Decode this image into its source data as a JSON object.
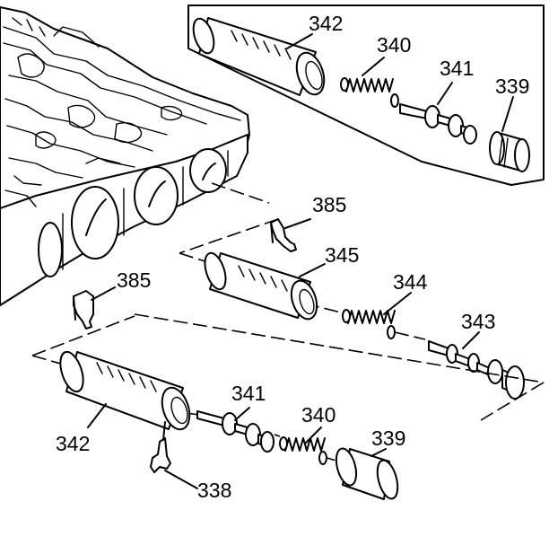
{
  "diagram": {
    "labels": {
      "upper_sleeve": "342",
      "upper_spring": "340",
      "upper_valve": "341",
      "upper_plug": "339",
      "mid_retainer": "385",
      "mid_sleeve": "345",
      "mid_spring": "344",
      "mid_valve": "343",
      "low_retainer": "385",
      "low_sleeve": "342",
      "low_valve": "341",
      "low_spring": "340",
      "low_plug": "339",
      "bottom_clip": "338"
    }
  }
}
